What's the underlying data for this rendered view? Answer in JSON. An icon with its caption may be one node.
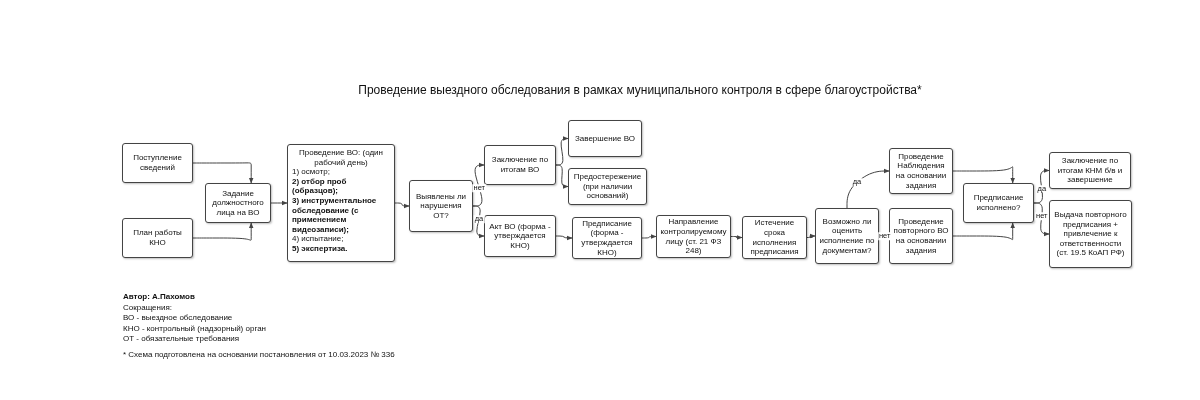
{
  "diagram": {
    "title": "Проведение выездного обследования в рамках муниципального контроля в сфере благоустройства*",
    "nodes": [
      {
        "text": [
          "Поступление сведений"
        ]
      },
      {
        "text": [
          "План работы КНО"
        ]
      },
      {
        "text": [
          "Задание должностного лица на ВО"
        ]
      },
      {
        "text": [
          "Проведение ВО: (один рабочий день)",
          "1) осмотр;",
          "**2) отбор проб (образцов);**",
          "**3) инструментальное обследование (с применением видеозаписи);**",
          "4) испытание;",
          "**5) экспертиза.**"
        ]
      },
      {
        "text": [
          "Выявлены ли нарушения ОТ?"
        ]
      },
      {
        "text": [
          "Заключение по итогам ВО"
        ]
      },
      {
        "text": [
          "Завершение ВО"
        ]
      },
      {
        "text": [
          "Предостережение (при наличии оснований)"
        ]
      },
      {
        "text": [
          "Акт ВО (форма - утверждается КНО)"
        ]
      },
      {
        "text": [
          "Предписание (форма - утверждается КНО)"
        ]
      },
      {
        "text": [
          "Направление контролируемому лицу (ст. 21 ФЗ 248)"
        ]
      },
      {
        "text": [
          "Истечение срока исполнения предписания"
        ]
      },
      {
        "text": [
          "Возможно ли оценить исполнение по документам?"
        ]
      },
      {
        "text": [
          "Проведение Наблюдения на основании задания"
        ]
      },
      {
        "text": [
          "Проведение повторного ВО на основании задания"
        ]
      },
      {
        "text": [
          "Предписание исполнено?"
        ]
      },
      {
        "text": [
          "Заключение по итогам КНМ б/в и завершение"
        ]
      },
      {
        "text": [
          "Выдача повторного предписания + привлечение к ответственности (ст. 19.5 КоАП РФ)"
        ]
      }
    ],
    "edges": [
      {
        "from": 0,
        "to": 2,
        "arrow": "to"
      },
      {
        "from": 1,
        "to": 2,
        "arrow": "to"
      },
      {
        "from": 2,
        "to": 3,
        "arrow": "to"
      },
      {
        "from": 3,
        "to": 4,
        "arrow": "to"
      },
      {
        "from": 4,
        "to": 5,
        "arrow": "to",
        "label": "нет"
      },
      {
        "from": 4,
        "to": 8,
        "arrow": "to",
        "label": "да"
      },
      {
        "from": 5,
        "to": 6,
        "arrow": "to"
      },
      {
        "from": 5,
        "to": 7,
        "arrow": "to"
      },
      {
        "from": 8,
        "to": 9,
        "arrow": "to"
      },
      {
        "from": 9,
        "to": 10,
        "arrow": "to"
      },
      {
        "from": 10,
        "to": 11,
        "arrow": "to"
      },
      {
        "from": 11,
        "to": 12,
        "arrow": "to"
      },
      {
        "from": 12,
        "to": 13,
        "arrow": "to",
        "label": "да"
      },
      {
        "from": 12,
        "to": 14,
        "arrow": "to",
        "label": "нет"
      },
      {
        "from": 13,
        "to": 15,
        "arrow": "to"
      },
      {
        "from": 14,
        "to": 15,
        "arrow": "to"
      },
      {
        "from": 15,
        "to": 16,
        "arrow": "to",
        "label": "да"
      },
      {
        "from": 15,
        "to": 17,
        "arrow": "to",
        "label": "нет"
      }
    ],
    "labels": [
      "Автор: А.Пахомов",
      "Сокращения:",
      "ВО - выездное обследование",
      "КНО - контрольный (надзорный) орган",
      "ОТ - обязательные требования",
      "* Схема подготовлена на основании постановления от 10.03.2023 № 336"
    ]
  }
}
